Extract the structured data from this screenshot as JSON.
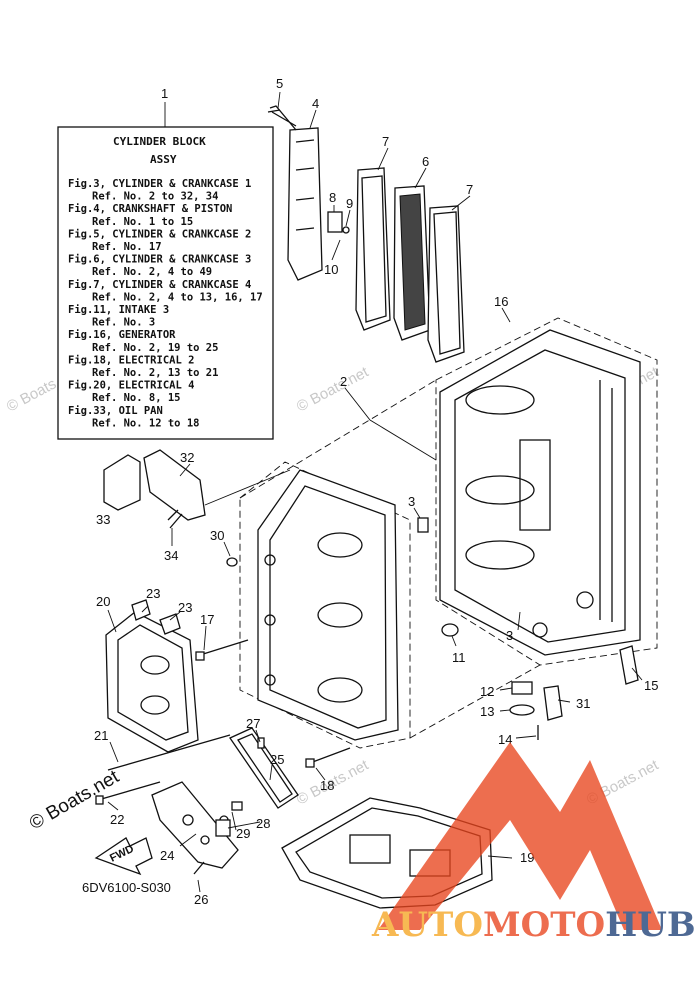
{
  "legend": {
    "ref": "1",
    "title_line1": "CYLINDER BLOCK",
    "title_line2": "ASSY",
    "lines": [
      "Fig.3, CYLINDER & CRANKCASE 1",
      "Ref. No. 2 to 32, 34",
      "Fig.4, CRANKSHAFT & PISTON",
      "Ref. No. 1 to 15",
      "Fig.5, CYLINDER & CRANKCASE 2",
      "Ref. No. 17",
      "Fig.6, CYLINDER & CRANKCASE 3",
      "Ref. No. 2, 4 to 49",
      "Fig.7, CYLINDER & CRANKCASE 4",
      "Ref. No. 2, 4 to 13, 16, 17",
      "Fig.11, INTAKE 3",
      "Ref. No. 3",
      "Fig.16, GENERATOR",
      "Ref. No. 2, 19 to 25",
      "Fig.18, ELECTRICAL 2",
      "Ref. No. 2, 13 to 21",
      "Fig.20, ELECTRICAL 4",
      "Ref. No. 8, 15",
      "Fig.33, OIL PAN",
      "Ref. No. 12 to 18"
    ]
  },
  "callouts": [
    "5",
    "4",
    "7",
    "6",
    "8",
    "9",
    "10",
    "7",
    "16",
    "2",
    "32",
    "33",
    "34",
    "3",
    "30",
    "23",
    "20",
    "23",
    "17",
    "11",
    "3",
    "15",
    "12",
    "31",
    "13",
    "14",
    "21",
    "27",
    "25",
    "18",
    "22",
    "29",
    "28",
    "24",
    "19",
    "26"
  ],
  "fwd_label": "FWD",
  "diagram_code": "6DV6100-S030",
  "watermark": {
    "text": "© Boats.net",
    "footer_text": "© Boats.net"
  },
  "logo": {
    "part_a": "AUTO",
    "part_b": "MOTO",
    "part_c": "HUB",
    "color_a": "#f5a623",
    "color_b": "#e8451e",
    "color_c": "#1d3f77"
  }
}
